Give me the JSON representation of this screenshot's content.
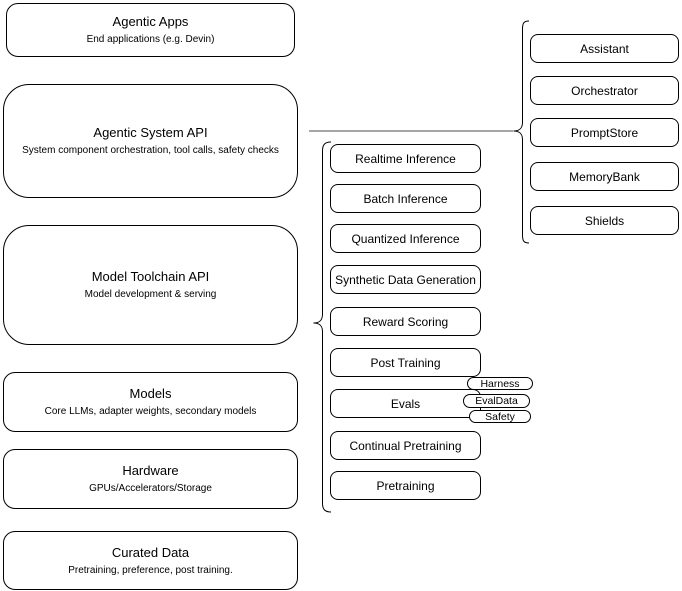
{
  "colors": {
    "stroke": "#000000",
    "background": "#ffffff",
    "connector_line": "#4d4d4d"
  },
  "app_stack": [
    {
      "title": "Agentic Apps",
      "subtitle": "End applications (e.g. Devin)"
    },
    {
      "title": "Agentic System API",
      "subtitle": "System component orchestration, tool calls, safety checks"
    },
    {
      "title": "Model Toolchain API",
      "subtitle": "Model development & serving"
    },
    {
      "title": "Models",
      "subtitle": "Core LLMs, adapter weights, secondary models"
    },
    {
      "title": "Hardware",
      "subtitle": "GPUs/Accelerators/Storage"
    },
    {
      "title": "Curated Data",
      "subtitle": "Pretraining, preference, post training."
    }
  ],
  "toolchain_components": [
    "Realtime Inference",
    "Batch Inference",
    "Quantized Inference",
    "Synthetic Data Generation",
    "Reward Scoring",
    "Post Training",
    "Evals",
    "Continual Pretraining",
    "Pretraining"
  ],
  "evals_subcomponents": [
    "Harness",
    "EvalData",
    "Safety"
  ],
  "system_components": [
    "Assistant",
    "Orchestrator",
    "PromptStore",
    "MemoryBank",
    "Shields"
  ]
}
